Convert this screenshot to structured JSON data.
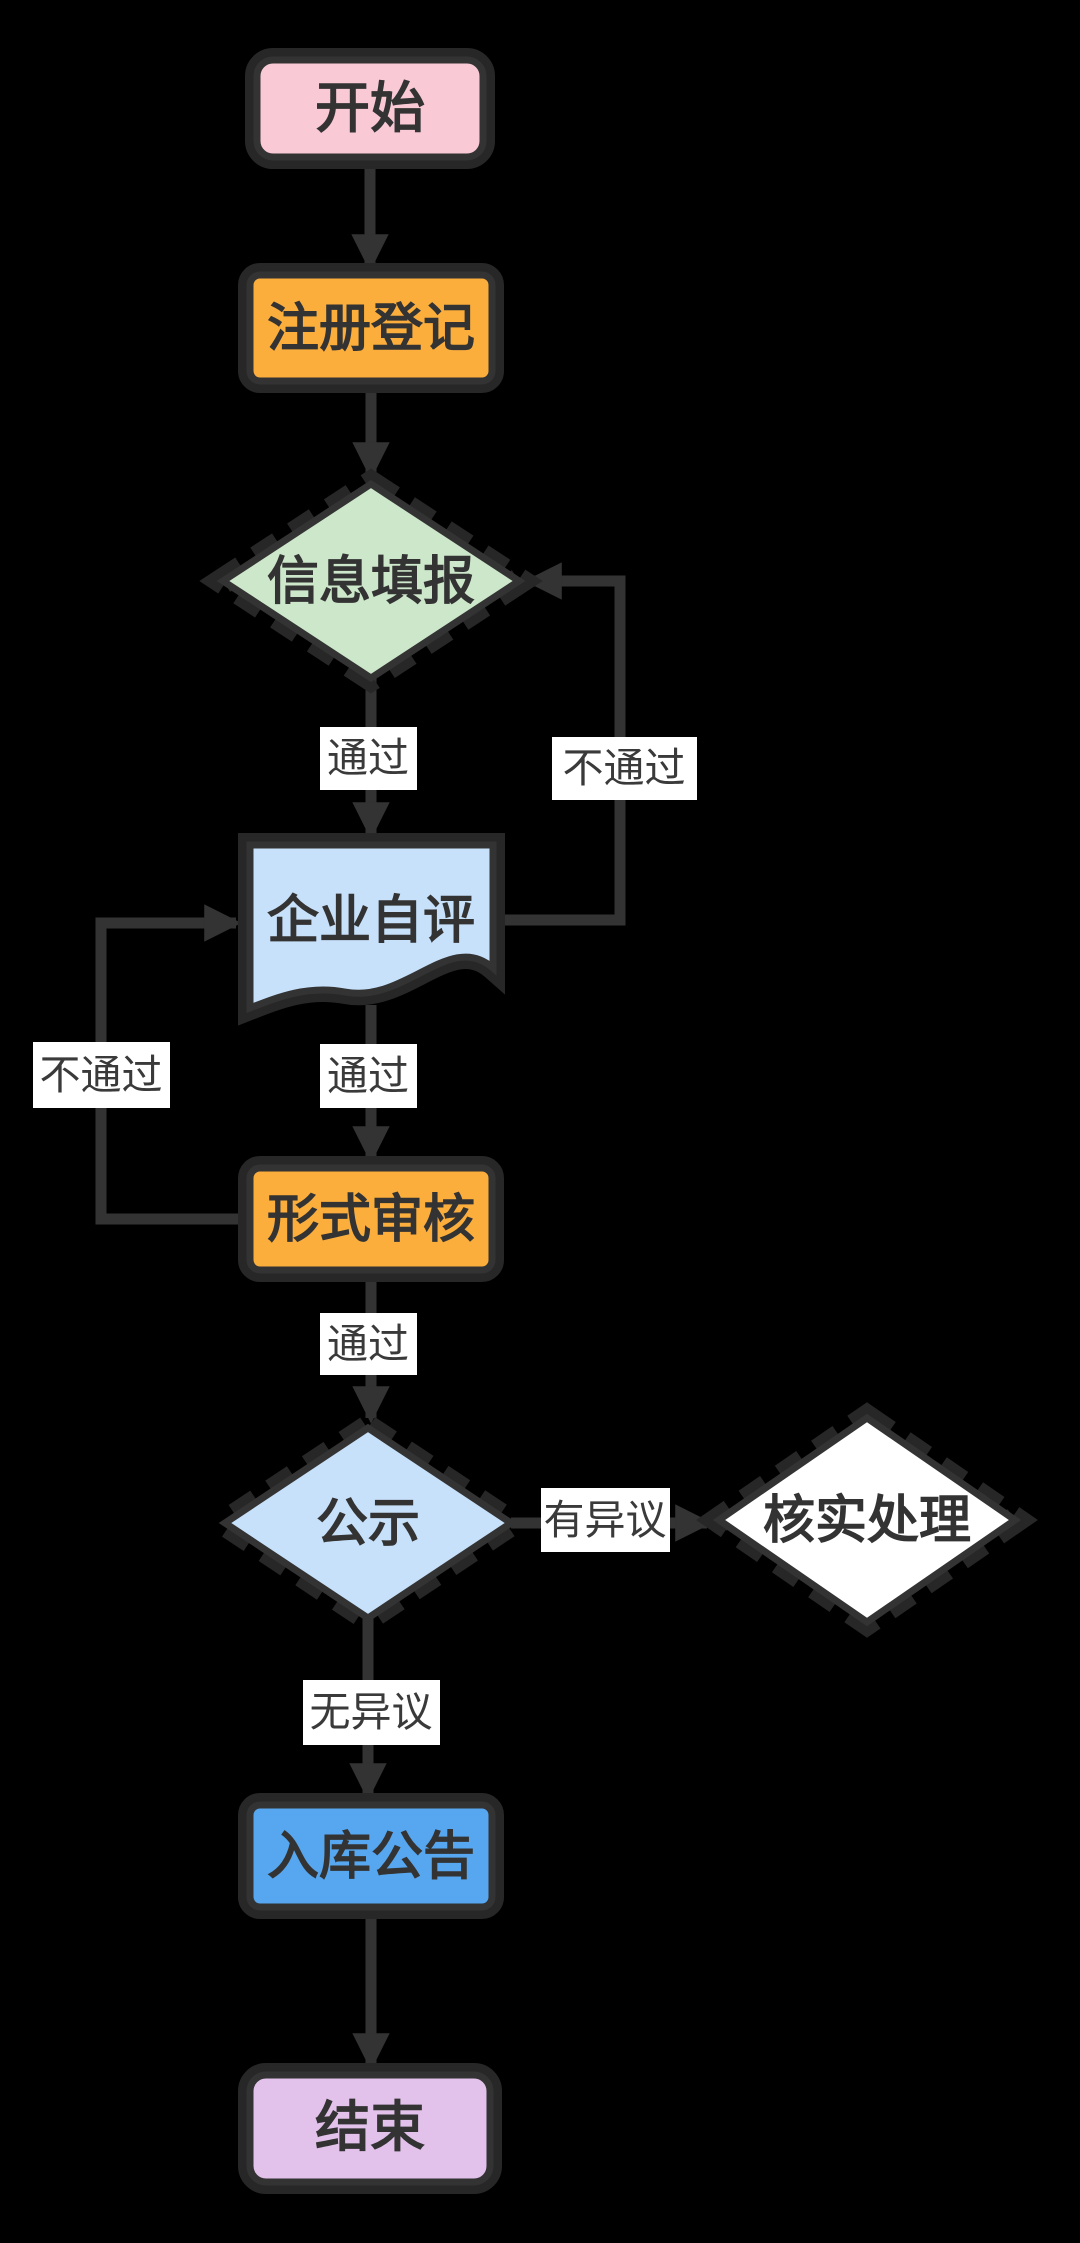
{
  "diagram": {
    "type": "flowchart",
    "background": "#000000"
  },
  "colors": {
    "line": "#333333",
    "halo": "#272727",
    "label_bg": "#FFFFFF",
    "text_dark": "#333333",
    "start_fill": "#F9C9D6",
    "process_fill": "#FBAE3C",
    "decision_info_fill": "#CDE7CB",
    "document_fill": "#C8E1FA",
    "publicity_fill": "#C8E1FA",
    "verify_fill": "#FFFFFF",
    "announce_fill": "#57A7F0",
    "end_fill": "#E2C2EB"
  },
  "nodes": {
    "start": {
      "label": "开始",
      "type": "terminator"
    },
    "register": {
      "label": "注册登记",
      "type": "process"
    },
    "info_report": {
      "label": "信息填报",
      "type": "decision"
    },
    "self_eval": {
      "label": "企业自评",
      "type": "document"
    },
    "formal_review": {
      "label": "形式审核",
      "type": "process"
    },
    "publicity": {
      "label": "公示",
      "type": "decision"
    },
    "verify": {
      "label": "核实处理",
      "type": "decision"
    },
    "announce": {
      "label": "入库公告",
      "type": "process"
    },
    "end": {
      "label": "结束",
      "type": "terminator"
    }
  },
  "edges": {
    "pass_info": {
      "label": "通过",
      "from": "信息填报",
      "to": "企业自评"
    },
    "fail_info": {
      "label": "不通过",
      "from": "企业自评",
      "to": "信息填报"
    },
    "pass_self_eval": {
      "label": "通过",
      "from": "企业自评",
      "to": "形式审核"
    },
    "fail_formal": {
      "label": "不通过",
      "from": "形式审核",
      "to": "企业自评"
    },
    "pass_formal": {
      "label": "通过",
      "from": "形式审核",
      "to": "公示"
    },
    "objection": {
      "label": "有异议",
      "from": "公示",
      "to": "核实处理"
    },
    "no_objection": {
      "label": "无异议",
      "from": "公示",
      "to": "入库公告"
    }
  }
}
